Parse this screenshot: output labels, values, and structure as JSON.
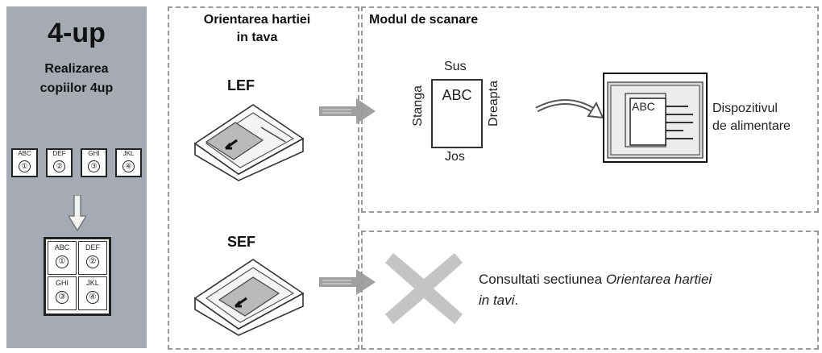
{
  "left": {
    "title": "4-up",
    "subtitle_line1": "Realizarea",
    "subtitle_line2": "copiilor 4up",
    "pages": [
      {
        "label": "ABC",
        "num": "①"
      },
      {
        "label": "DEF",
        "num": "②"
      },
      {
        "label": "GHI",
        "num": "③"
      },
      {
        "label": "JKL",
        "num": "④"
      }
    ]
  },
  "column1": {
    "header_line1": "Orientarea hartiei",
    "header_line2": "in tava",
    "lef_label": "LEF",
    "sef_label": "SEF"
  },
  "column2": {
    "header": "Modul de scanare",
    "sus": "Sus",
    "jos": "Jos",
    "stanga": "Stanga",
    "dreapta": "Dreapta",
    "doc_text": "ABC",
    "feeder_doc_text": "ABC",
    "feeder_line1": "Dispozitivul",
    "feeder_line2": "de alimentare",
    "consult_text": "Consultati sectiunea ",
    "consult_italic1": "Orientarea hartiei",
    "consult_italic2": "in tavi",
    "consult_end": "."
  },
  "colors": {
    "panel": "#a6aab3",
    "arrow": "#a0a0a0",
    "cross": "#c4c4c4"
  }
}
